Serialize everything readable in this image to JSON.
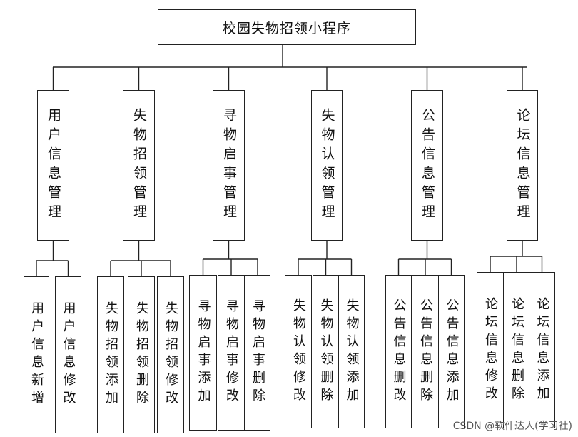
{
  "root": {
    "label": "校园失物招领小程序"
  },
  "modules": [
    {
      "label": "用户信息管理",
      "children": [
        "用户信息新增",
        "用户信息修改"
      ]
    },
    {
      "label": "失物招领管理",
      "children": [
        "失物招领添加",
        "失物招领删除",
        "失物招领修改"
      ]
    },
    {
      "label": "寻物启事管理",
      "children": [
        "寻物启事添加",
        "寻物启事修改",
        "寻物启事删除"
      ]
    },
    {
      "label": "失物认领管理",
      "children": [
        "失物认领修改",
        "失物认领删除",
        "失物认领添加"
      ]
    },
    {
      "label": "公告信息管理",
      "children": [
        "公告信息删改",
        "公告信息删除",
        "公告信息添加"
      ]
    },
    {
      "label": "论坛信息管理",
      "children": [
        "论坛信息修改",
        "论坛信息删除",
        "论坛信息添加"
      ]
    }
  ],
  "watermark": "CSDN @软件达人(学习社)"
}
